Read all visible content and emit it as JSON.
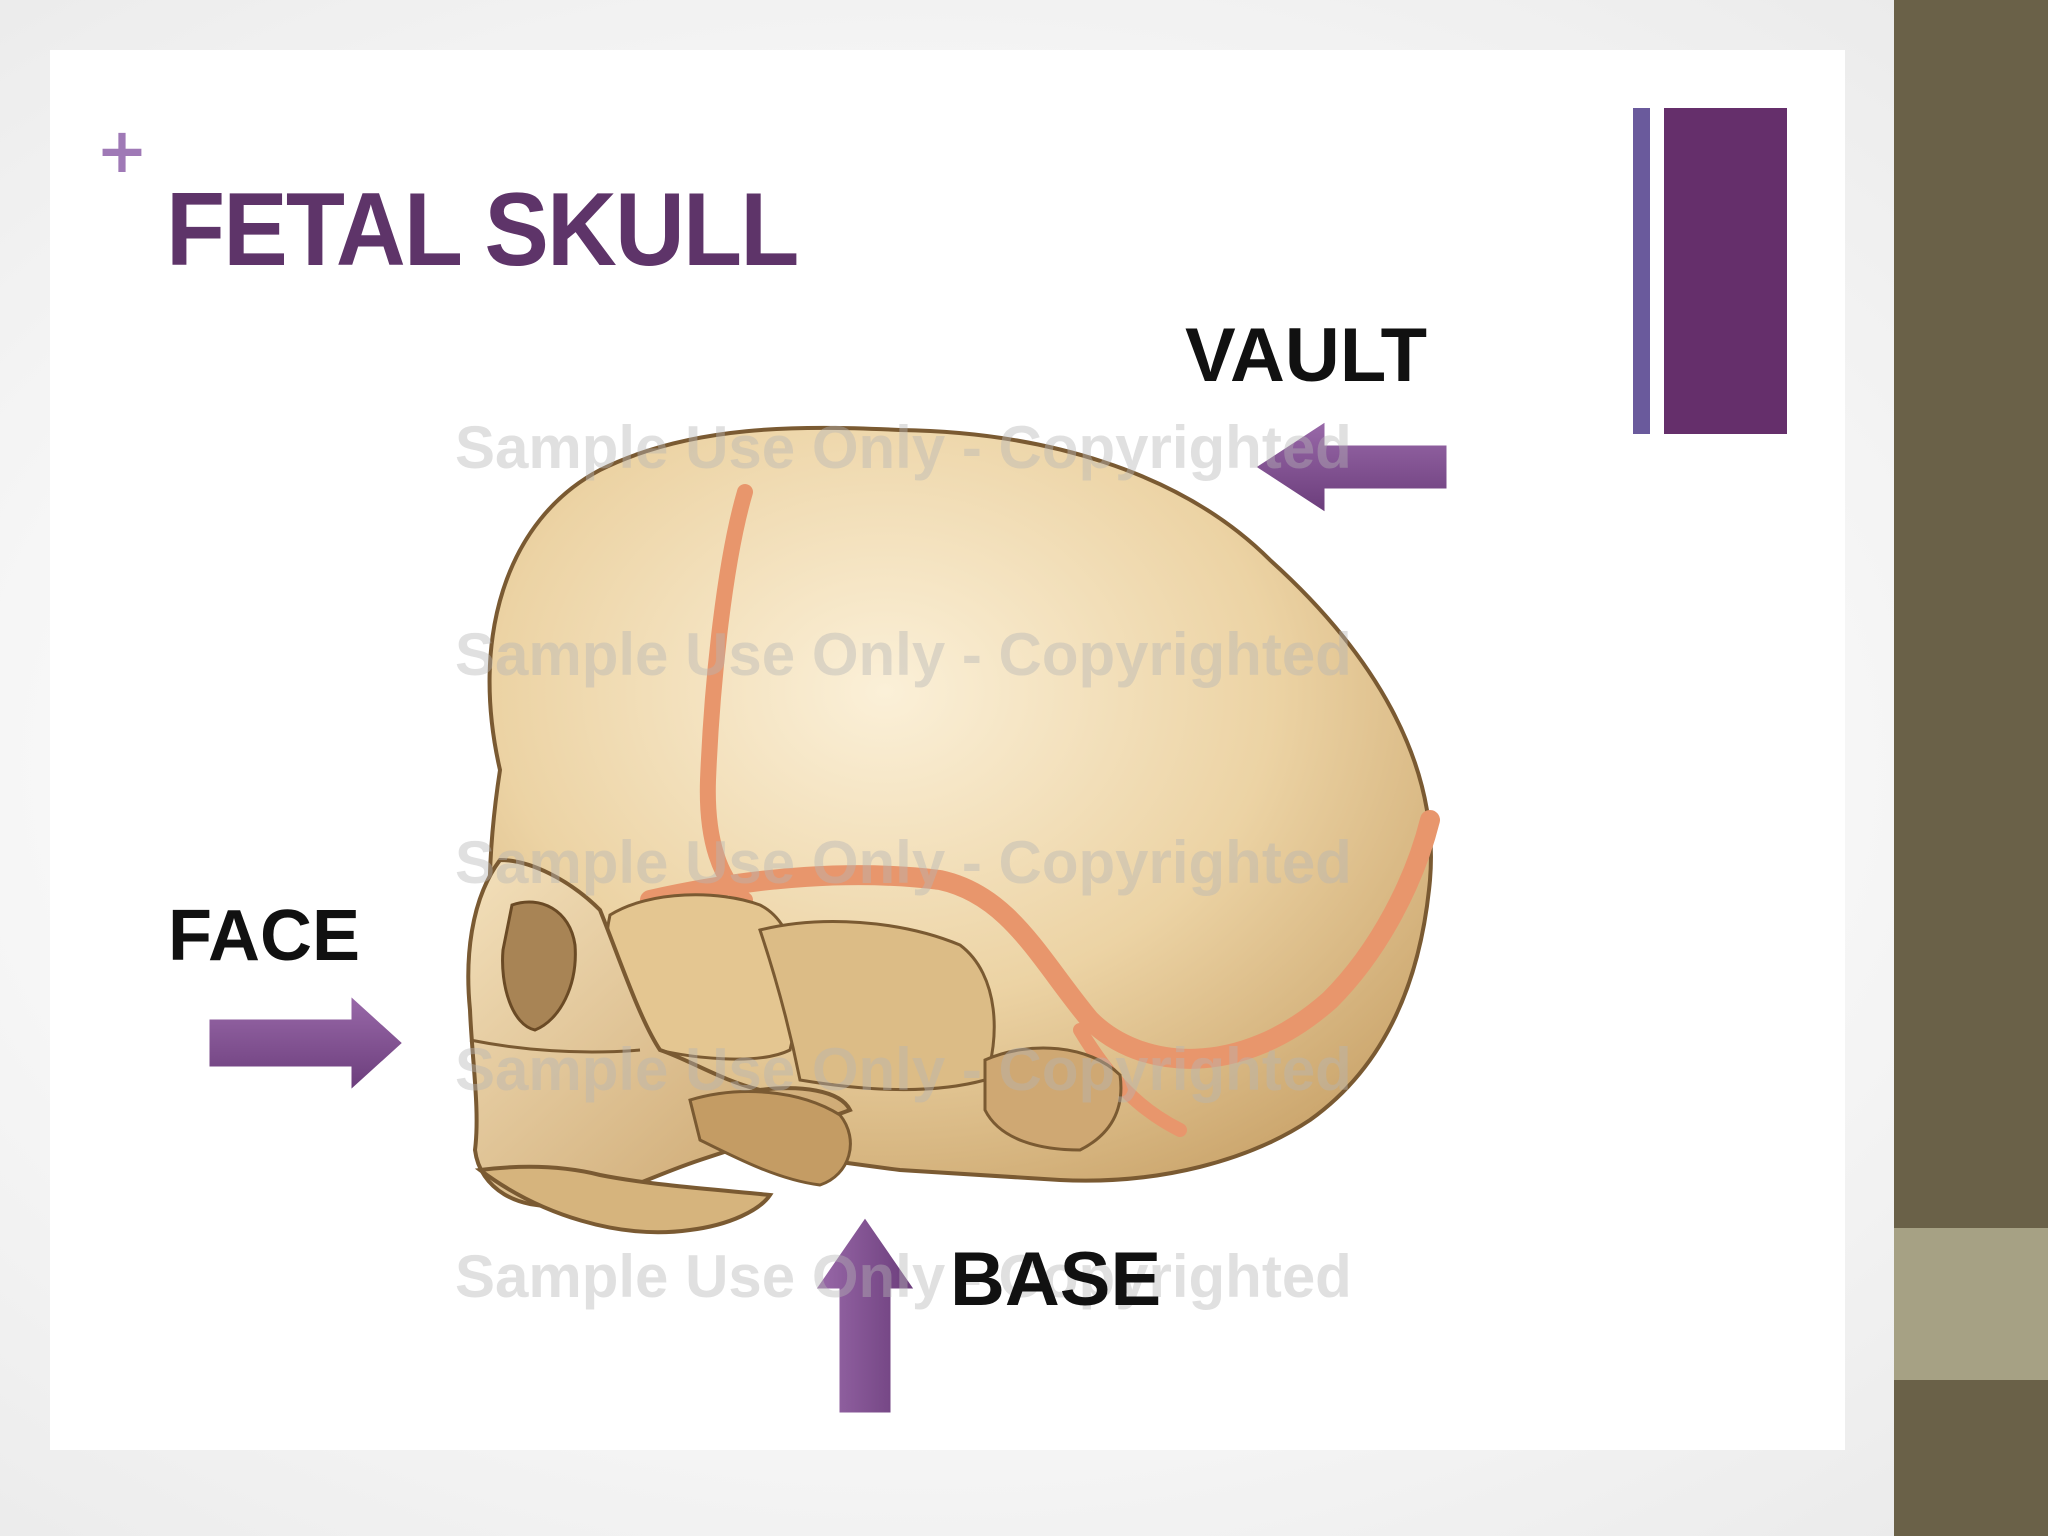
{
  "slide": {
    "plus": "+",
    "title": "FETAL SKULL"
  },
  "labels": {
    "vault": "VAULT",
    "face": "FACE",
    "base": "BASE"
  },
  "watermarks": [
    "Sample Use Only - Copyrighted",
    "Sample Use Only - Copyrighted",
    "Sample Use Only - Copyrighted",
    "Sample Use Only - Copyrighted",
    "Sample Use Only - Copyrighted"
  ],
  "icons": {
    "vault_arrow": "arrow-left-icon",
    "face_arrow": "arrow-right-icon",
    "base_arrow": "arrow-up-icon"
  },
  "colors": {
    "title": "#5e3469",
    "plus": "#9f79b6",
    "arrow": "#7a4b8a",
    "sidebar": "#6a6148",
    "sidebar_band": "#a6a184",
    "bone": "#e7cc9c",
    "suture": "#e8966c"
  }
}
